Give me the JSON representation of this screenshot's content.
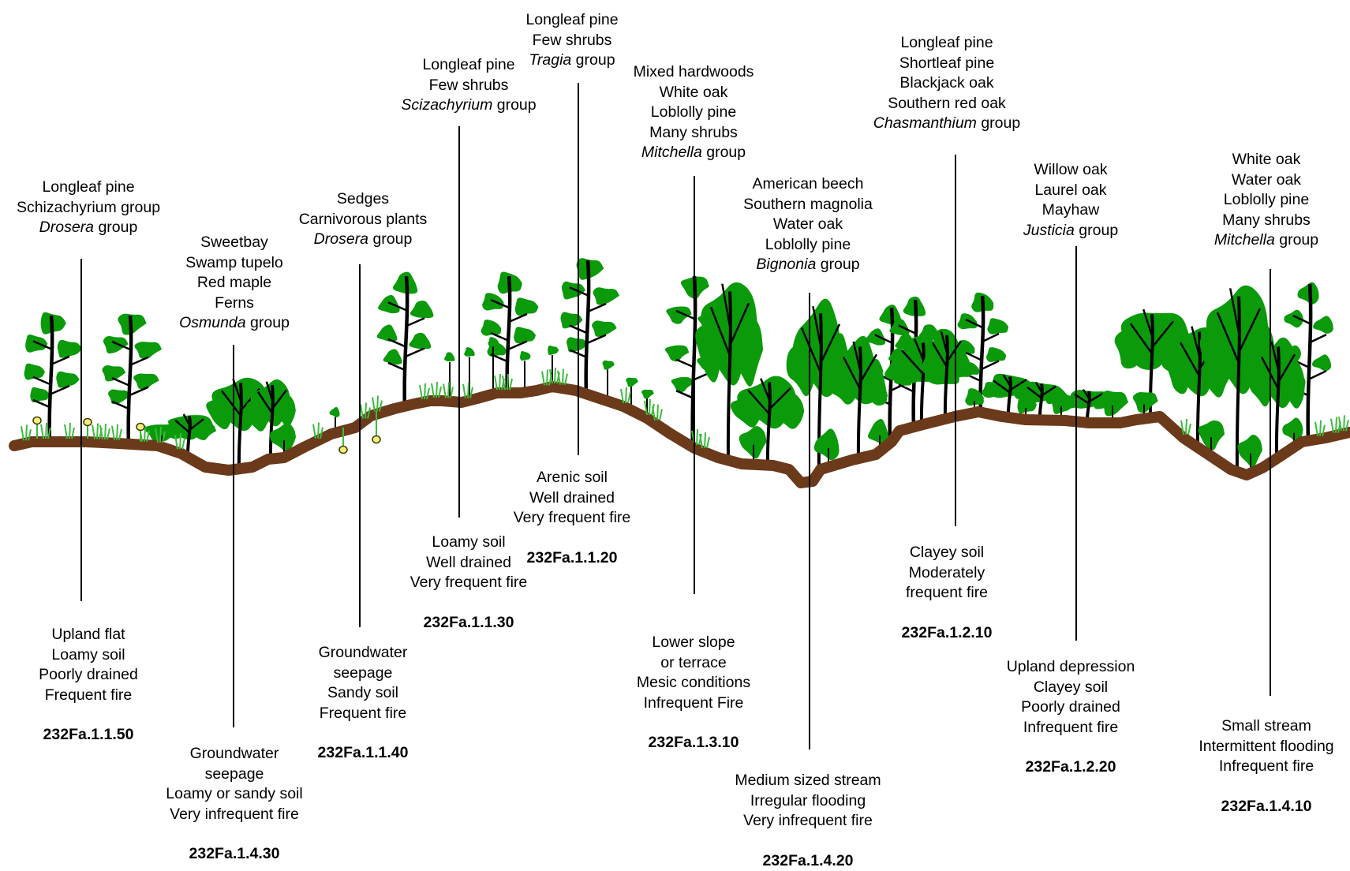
{
  "colors": {
    "foliage": "#0a9a0a",
    "foliage_dark": "#067a06",
    "trunk": "#000000",
    "ground": "#6a3a1a",
    "grass": "#3dbb3d",
    "flower_fill": "#f6ee7a",
    "flower_stroke": "#3a3a00",
    "pointer_line": "#000000"
  },
  "units": [
    {
      "code": "232Fa.1.1.50",
      "vegetation": [
        {
          "parts": [
            {
              "t": "Longleaf pine",
              "i": false
            }
          ]
        },
        {
          "parts": [
            {
              "t": "Schizachyrium group",
              "i": false
            }
          ]
        },
        {
          "parts": [
            {
              "t": "Drosera",
              "i": true
            },
            {
              "t": " group",
              "i": false
            }
          ]
        }
      ],
      "site": [
        "Upland flat",
        "Loamy soil",
        "Poorly drained",
        "Frequent fire"
      ]
    },
    {
      "code": "232Fa.1.4.30",
      "vegetation": [
        {
          "parts": [
            {
              "t": "Sweetbay",
              "i": false
            }
          ]
        },
        {
          "parts": [
            {
              "t": "Swamp tupelo",
              "i": false
            }
          ]
        },
        {
          "parts": [
            {
              "t": "Red maple",
              "i": false
            }
          ]
        },
        {
          "parts": [
            {
              "t": "Ferns",
              "i": false
            }
          ]
        },
        {
          "parts": [
            {
              "t": "Osmunda",
              "i": true
            },
            {
              "t": " group",
              "i": false
            }
          ]
        }
      ],
      "site": [
        "Groundwater",
        "seepage",
        "Loamy or sandy soil",
        "Very infrequent fire"
      ]
    },
    {
      "code": "232Fa.1.1.40",
      "vegetation": [
        {
          "parts": [
            {
              "t": "Sedges",
              "i": false
            }
          ]
        },
        {
          "parts": [
            {
              "t": "Carnivorous plants",
              "i": false
            }
          ]
        },
        {
          "parts": [
            {
              "t": "Drosera",
              "i": true
            },
            {
              "t": " group",
              "i": false
            }
          ]
        }
      ],
      "site": [
        "Groundwater",
        "seepage",
        "Sandy soil",
        "Frequent fire"
      ]
    },
    {
      "code": "232Fa.1.1.30",
      "vegetation": [
        {
          "parts": [
            {
              "t": "Longleaf pine",
              "i": false
            }
          ]
        },
        {
          "parts": [
            {
              "t": "Few  shrubs",
              "i": false
            }
          ]
        },
        {
          "parts": [
            {
              "t": "Scizachyrium",
              "i": true
            },
            {
              "t": " group",
              "i": false
            }
          ]
        }
      ],
      "site": [
        "Loamy soil",
        "Well drained",
        "Very frequent fire"
      ]
    },
    {
      "code": "232Fa.1.1.20",
      "vegetation": [
        {
          "parts": [
            {
              "t": "Longleaf pine",
              "i": false
            }
          ]
        },
        {
          "parts": [
            {
              "t": "Few  shrubs",
              "i": false
            }
          ]
        },
        {
          "parts": [
            {
              "t": "Tragia",
              "i": true
            },
            {
              "t": " group",
              "i": false
            }
          ]
        }
      ],
      "site": [
        "Arenic soil",
        "Well drained",
        "Very frequent fire"
      ]
    },
    {
      "code": "232Fa.1.3.10",
      "vegetation": [
        {
          "parts": [
            {
              "t": "Mixed hardwoods",
              "i": false
            }
          ]
        },
        {
          "parts": [
            {
              "t": "White oak",
              "i": false
            }
          ]
        },
        {
          "parts": [
            {
              "t": "Loblolly pine",
              "i": false
            }
          ]
        },
        {
          "parts": [
            {
              "t": "Many shrubs",
              "i": false
            }
          ]
        },
        {
          "parts": [
            {
              "t": "Mitchella",
              "i": true
            },
            {
              "t": " group",
              "i": false
            }
          ]
        }
      ],
      "site": [
        "Lower slope",
        "or terrace",
        "Mesic conditions",
        "Infrequent Fire"
      ]
    },
    {
      "code": "232Fa.1.4.20",
      "vegetation": [
        {
          "parts": [
            {
              "t": "American beech",
              "i": false
            }
          ]
        },
        {
          "parts": [
            {
              "t": "Southern magnolia",
              "i": false
            }
          ]
        },
        {
          "parts": [
            {
              "t": "Water oak",
              "i": false
            }
          ]
        },
        {
          "parts": [
            {
              "t": "Loblolly pine",
              "i": false
            }
          ]
        },
        {
          "parts": [
            {
              "t": "Bignonia",
              "i": true
            },
            {
              "t": " group",
              "i": false
            }
          ]
        }
      ],
      "site": [
        "Medium sized stream",
        "Irregular flooding",
        "Very infrequent fire"
      ]
    },
    {
      "code": "232Fa.1.2.10",
      "vegetation": [
        {
          "parts": [
            {
              "t": "Longleaf pine",
              "i": false
            }
          ]
        },
        {
          "parts": [
            {
              "t": "Shortleaf pine",
              "i": false
            }
          ]
        },
        {
          "parts": [
            {
              "t": "Blackjack oak",
              "i": false
            }
          ]
        },
        {
          "parts": [
            {
              "t": "Southern red oak",
              "i": false
            }
          ]
        },
        {
          "parts": [
            {
              "t": "Chasmanthium",
              "i": true
            },
            {
              "t": " group",
              "i": false
            }
          ]
        }
      ],
      "site": [
        "Clayey soil",
        "Moderately",
        "frequent fire"
      ]
    },
    {
      "code": "232Fa.1.2.20",
      "vegetation": [
        {
          "parts": [
            {
              "t": "Willow oak",
              "i": false
            }
          ]
        },
        {
          "parts": [
            {
              "t": "Laurel oak",
              "i": false
            }
          ]
        },
        {
          "parts": [
            {
              "t": "Mayhaw",
              "i": false
            }
          ]
        },
        {
          "parts": [
            {
              "t": "Justicia",
              "i": true
            },
            {
              "t": " group",
              "i": false
            }
          ]
        }
      ],
      "site": [
        "Upland depression",
        "Clayey soil",
        "Poorly drained",
        "Infrequent fire"
      ]
    },
    {
      "code": "232Fa.1.4.10",
      "vegetation": [
        {
          "parts": [
            {
              "t": "White oak",
              "i": false
            }
          ]
        },
        {
          "parts": [
            {
              "t": "Water oak",
              "i": false
            }
          ]
        },
        {
          "parts": [
            {
              "t": "Loblolly pine",
              "i": false
            }
          ]
        },
        {
          "parts": [
            {
              "t": "Many shrubs",
              "i": false
            }
          ]
        },
        {
          "parts": [
            {
              "t": "Mitchella",
              "i": true
            },
            {
              "t": " group",
              "i": false
            }
          ]
        }
      ],
      "site": [
        "Small stream",
        "Intermittent flooding",
        "Infrequent fire"
      ]
    }
  ]
}
